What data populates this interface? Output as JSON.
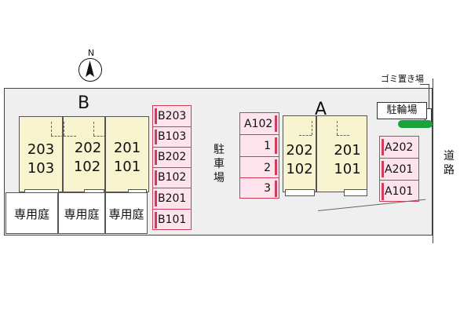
{
  "compass": {
    "north_label": "N"
  },
  "buildings": {
    "b": {
      "label": "B",
      "units": [
        {
          "upper": "203",
          "lower": "103"
        },
        {
          "upper": "202",
          "lower": "102"
        },
        {
          "upper": "201",
          "lower": "101"
        }
      ],
      "gardens": [
        "専用庭",
        "専用庭",
        "専用庭"
      ]
    },
    "a": {
      "label": "A",
      "units": [
        {
          "upper": "202",
          "lower": "102"
        },
        {
          "upper": "201",
          "lower": "101"
        }
      ]
    }
  },
  "parking": {
    "label": "駐車場",
    "b_spaces": [
      "B203",
      "B103",
      "B202",
      "B102",
      "B201",
      "B101"
    ],
    "a_spaces": [
      "A102",
      "1",
      "2",
      "3"
    ],
    "east_spaces": [
      "A202",
      "A201",
      "A101"
    ],
    "marker_color": "#d23b5c",
    "fill_color": "#fde3ec"
  },
  "facilities": {
    "bicycle_parking": "駐輪場",
    "trash_area": "ゴミ置き場"
  },
  "road": {
    "label": "道路"
  },
  "colors": {
    "unit_fill": "#f7f4cf",
    "bicycle_shade": "#19a33a",
    "site_fill": "#efefef"
  }
}
